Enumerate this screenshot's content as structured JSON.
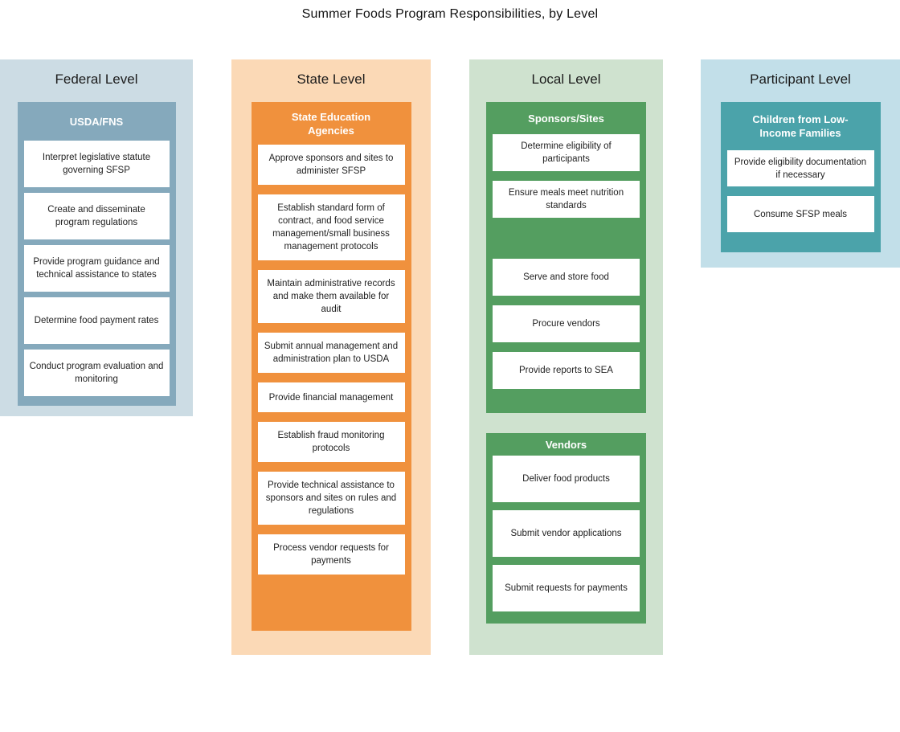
{
  "title": "Summer Foods Program Responsibilities, by Level",
  "columns": [
    {
      "id": "federal",
      "title": "Federal Level",
      "colors": {
        "outer": "#ccdce4",
        "inner": "#85a9bc"
      },
      "groups": [
        {
          "header": "USDA/FNS",
          "items": [
            "Interpret legislative statute governing SFSP",
            "Create and disseminate program regulations",
            "Provide program guidance and technical assistance to states",
            "Determine food payment rates",
            "Conduct program evaluation and monitoring"
          ]
        }
      ]
    },
    {
      "id": "state",
      "title": "State Level",
      "colors": {
        "outer": "#fbd9b6",
        "inner": "#f0913d"
      },
      "groups": [
        {
          "header": "State Education Agencies",
          "items": [
            "Approve sponsors and sites to administer SFSP",
            "Establish standard form of contract, and food service management/small business management protocols",
            "Maintain administrative records and make them available for audit",
            "Submit annual management and administration plan to USDA",
            "Provide financial management",
            "Establish fraud monitoring protocols",
            "Provide technical assistance to sponsors and sites on rules and regulations",
            "Process vendor requests for payments"
          ]
        }
      ]
    },
    {
      "id": "local",
      "title": "Local Level",
      "colors": {
        "outer": "#cfe2cf",
        "inner": "#549e60"
      },
      "groups": [
        {
          "header": "Sponsors/Sites",
          "items": [
            "Determine eligibility of participants",
            "Ensure meals meet nutrition standards",
            "Serve and store food",
            "Procure vendors",
            "Provide reports to SEA"
          ]
        },
        {
          "header": "Vendors",
          "items": [
            "Deliver food products",
            "Submit vendor applications",
            "Submit requests for payments"
          ]
        }
      ]
    },
    {
      "id": "participant",
      "title": "Participant Level",
      "colors": {
        "outer": "#c2dfe9",
        "inner": "#4ba3aa"
      },
      "groups": [
        {
          "header": "Children from Low-Income Families",
          "items": [
            "Provide eligibility documentation if necessary",
            "Consume SFSP meals"
          ]
        }
      ]
    }
  ]
}
